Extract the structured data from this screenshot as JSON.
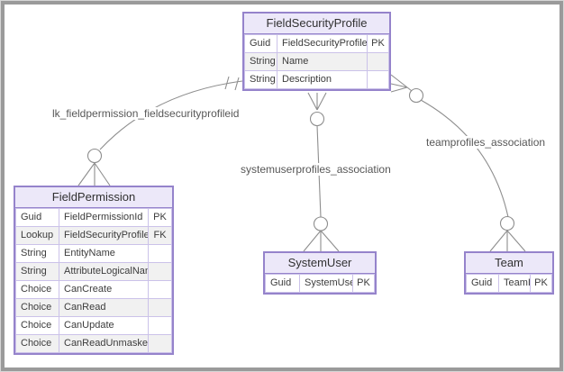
{
  "diagram": {
    "tables": {
      "field_security_profile": {
        "title": "FieldSecurityProfile",
        "rows": [
          {
            "type": "Guid",
            "name": "FieldSecurityProfileId",
            "key": "PK"
          },
          {
            "type": "String",
            "name": "Name",
            "key": ""
          },
          {
            "type": "String",
            "name": "Description",
            "key": ""
          }
        ]
      },
      "field_permission": {
        "title": "FieldPermission",
        "rows": [
          {
            "type": "Guid",
            "name": "FieldPermissionId",
            "key": "PK"
          },
          {
            "type": "Lookup",
            "name": "FieldSecurityProfileId",
            "key": "FK"
          },
          {
            "type": "String",
            "name": "EntityName",
            "key": ""
          },
          {
            "type": "String",
            "name": "AttributeLogicalName",
            "key": ""
          },
          {
            "type": "Choice",
            "name": "CanCreate",
            "key": ""
          },
          {
            "type": "Choice",
            "name": "CanRead",
            "key": ""
          },
          {
            "type": "Choice",
            "name": "CanUpdate",
            "key": ""
          },
          {
            "type": "Choice",
            "name": "CanReadUnmasked",
            "key": ""
          }
        ]
      },
      "system_user": {
        "title": "SystemUser",
        "rows": [
          {
            "type": "Guid",
            "name": "SystemUserId",
            "key": "PK"
          }
        ]
      },
      "team": {
        "title": "Team",
        "rows": [
          {
            "type": "Guid",
            "name": "TeamID",
            "key": "PK"
          }
        ]
      }
    },
    "relationships": {
      "lk_fieldpermission": {
        "label": "lk_fieldpermission_fieldsecurityprofileid"
      },
      "systemuserprofiles": {
        "label": "systemuserprofiles_association"
      },
      "teamprofiles": {
        "label": "teamprofiles_association"
      }
    },
    "colors": {
      "table_border": "#9583cb",
      "cell_border": "#cbc2e9",
      "table_header_bg": "#ece8f9",
      "row_alt_bg": "#f1f1f1",
      "line": "#8e8e8e",
      "label_text": "#575757"
    }
  }
}
